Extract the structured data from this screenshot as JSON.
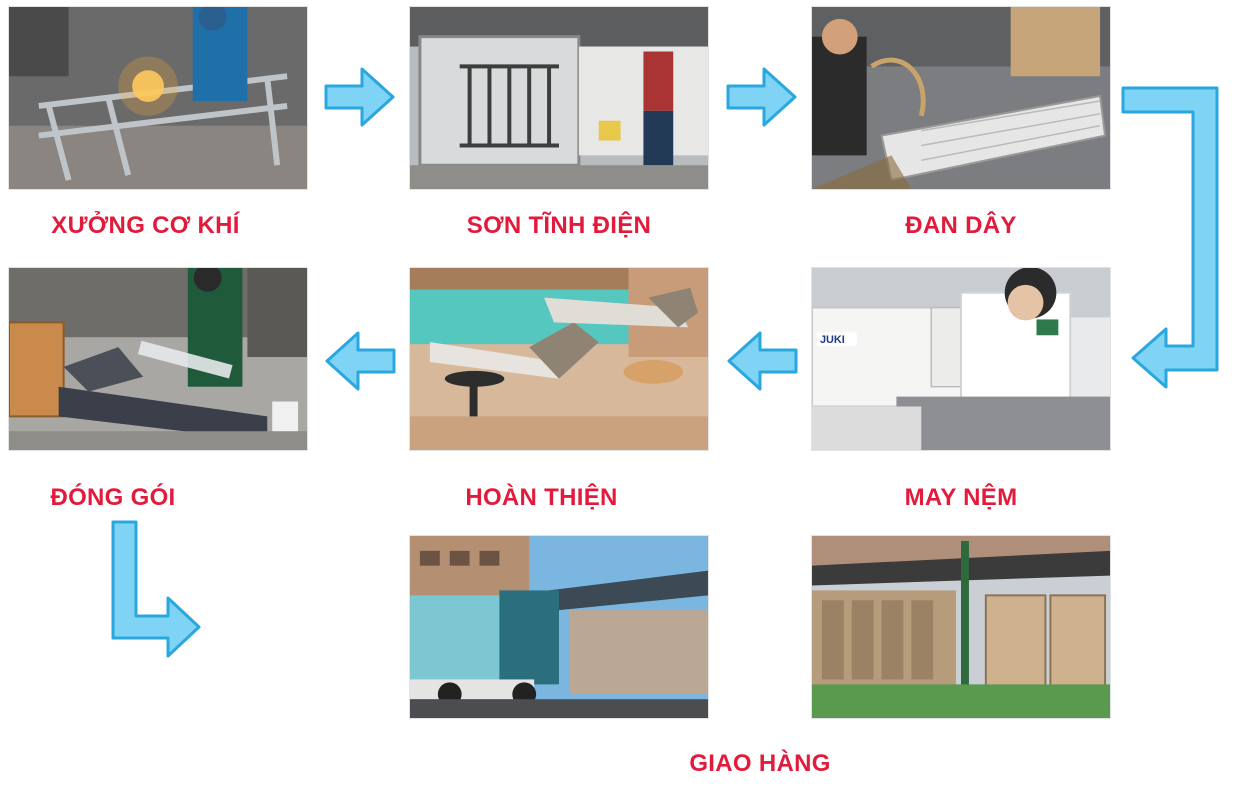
{
  "steps": [
    {
      "id": "co-khi",
      "label": "XƯỞNG CƠ KHÍ",
      "photo_icon": "welding-workshop-photo"
    },
    {
      "id": "son",
      "label": "SƠN TĨNH ĐIỆN",
      "photo_icon": "powder-coating-booth-photo"
    },
    {
      "id": "dan-day",
      "label": "ĐAN DÂY",
      "photo_icon": "rope-weaving-photo"
    },
    {
      "id": "may-nem",
      "label": "MAY NỆM",
      "photo_icon": "cushion-sewing-photo"
    },
    {
      "id": "hoan-thien",
      "label": "HOÀN THIỆN",
      "photo_icon": "finished-poolside-loungers-photo"
    },
    {
      "id": "dong-goi",
      "label": "ĐÓNG GÓI",
      "photo_icon": "packaging-wrap-photo"
    },
    {
      "id": "giao-hang",
      "label": "GIAO HÀNG",
      "photo_icon": "delivery-truck-photo"
    }
  ],
  "photo_text": {
    "sewing_machine_brand": "JUKI"
  },
  "colors": {
    "label_red": "#e21b3c",
    "arrow_fill": "#7fd3f4",
    "arrow_stroke": "#2aa7df"
  },
  "arrows": [
    {
      "from": "co-khi",
      "to": "son",
      "direction": "right"
    },
    {
      "from": "son",
      "to": "dan-day",
      "direction": "right"
    },
    {
      "from": "dan-day",
      "to": "may-nem",
      "direction": "down-then-left"
    },
    {
      "from": "may-nem",
      "to": "hoan-thien",
      "direction": "left"
    },
    {
      "from": "hoan-thien",
      "to": "dong-goi",
      "direction": "left"
    },
    {
      "from": "dong-goi",
      "to": "giao-hang",
      "direction": "down-then-right"
    }
  ]
}
